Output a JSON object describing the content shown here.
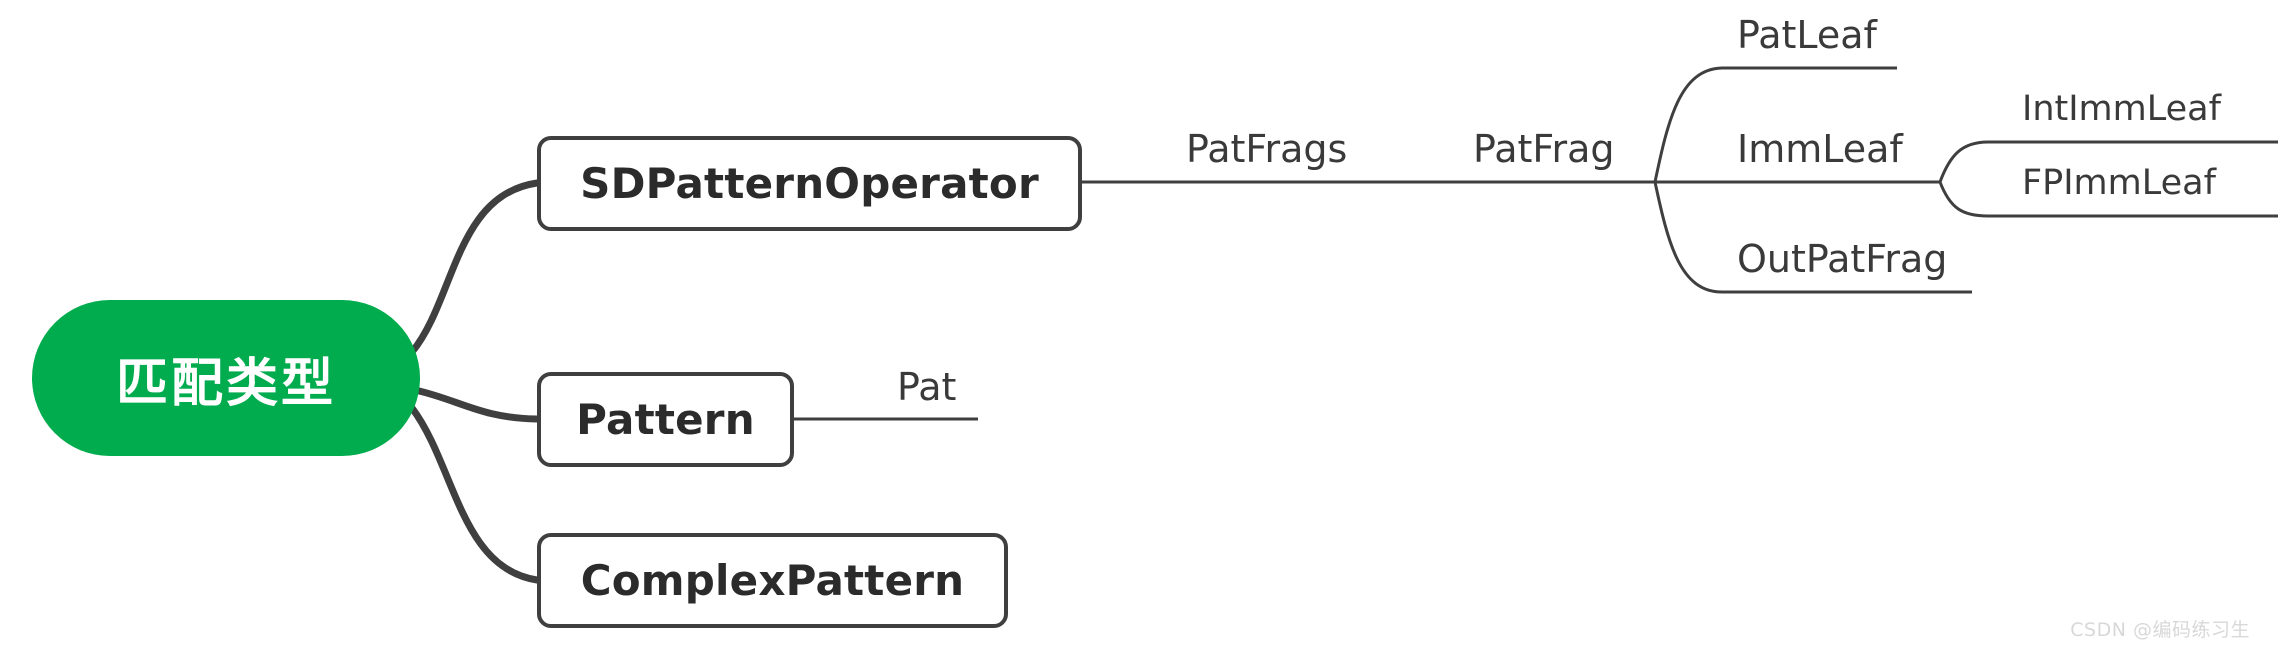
{
  "diagram": {
    "type": "mindmap",
    "title": "匹配类型",
    "background_color": "#ffffff",
    "root": {
      "label": "匹配类型",
      "fill_color": "#00AC4E",
      "text_color": "#ffffff",
      "shape": "rounded-pill"
    },
    "branch_color": "#3f3f3f",
    "box_border_color": "#3f3f3f",
    "text_color": "#2b2b2b",
    "level1": [
      {
        "id": "sdpatternoperator",
        "label": "SDPatternOperator",
        "shape": "box"
      },
      {
        "id": "pattern",
        "label": "Pattern",
        "shape": "box"
      },
      {
        "id": "complexpattern",
        "label": "ComplexPattern",
        "shape": "box"
      }
    ],
    "level2": [
      {
        "id": "patfrags",
        "label": "PatFrags",
        "parent": "sdpatternoperator",
        "shape": "underline"
      },
      {
        "id": "pat",
        "label": "Pat",
        "parent": "pattern",
        "shape": "underline"
      }
    ],
    "level3": [
      {
        "id": "patfrag",
        "label": "PatFrag",
        "parent": "patfrags",
        "shape": "underline"
      }
    ],
    "level4": [
      {
        "id": "patleaf",
        "label": "PatLeaf",
        "parent": "patfrag",
        "shape": "underline"
      },
      {
        "id": "immleaf",
        "label": "ImmLeaf",
        "parent": "patfrag",
        "shape": "underline"
      },
      {
        "id": "outpatfrag",
        "label": "OutPatFrag",
        "parent": "patfrag",
        "shape": "underline"
      }
    ],
    "level5": [
      {
        "id": "intimmleaf",
        "label": "IntImmLeaf",
        "parent": "immleaf",
        "shape": "underline"
      },
      {
        "id": "fpimmleaf",
        "label": "FPImmLeaf",
        "parent": "immleaf",
        "shape": "underline"
      }
    ]
  },
  "watermark": {
    "text": "CSDN @编码练习生",
    "color": "#d8d8d8"
  }
}
